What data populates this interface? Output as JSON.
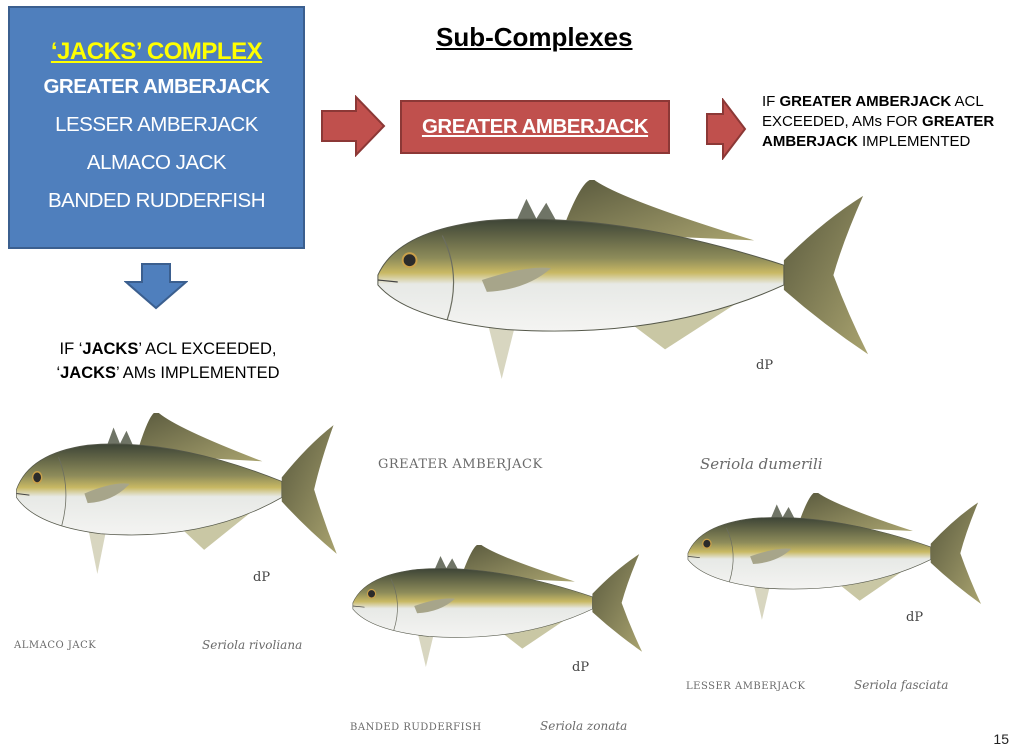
{
  "complex": {
    "title": "‘JACKS’ COMPLEX",
    "items": [
      "GREATER AMBERJACK",
      "LESSER AMBERJACK",
      "ALMACO JACK",
      "BANDED RUDDERFISH"
    ]
  },
  "subcomplex_title": "Sub-Complexes",
  "subcomplex_box": "GREATER AMBERJACK",
  "ga_note": {
    "p1": "IF ",
    "b1": "GREATER AMBERJACK",
    "p2": " ACL EXCEEDED, AMs FOR ",
    "b2": "GREATER AMBERJACK",
    "p3": " IMPLEMENTED"
  },
  "jacks_note": {
    "p1": "IF ‘",
    "b1": "JACKS",
    "p2": "’ ACL EXCEEDED, ‘",
    "b2": "JACKS",
    "p3": "’ AMs IMPLEMENTED"
  },
  "fish_labels": {
    "greater_common": "GREATER AMBERJACK",
    "greater_sci": "Seriola dumerili",
    "almaco_common": "ALMACO JACK",
    "almaco_sci": "Seriola rivoliana",
    "banded_common": "BANDED RUDDERFISH",
    "banded_sci": "Seriola zonata",
    "lesser_common": "LESSER AMBERJACK",
    "lesser_sci": "Seriola fasciata",
    "signature": "dP"
  },
  "colors": {
    "complex_box": "#4f7fbd",
    "complex_title": "#ffff00",
    "subcomplex_box": "#c0504d",
    "arrow_red": "#c0504d",
    "arrow_blue": "#4f7fbd"
  },
  "page_number": "15"
}
